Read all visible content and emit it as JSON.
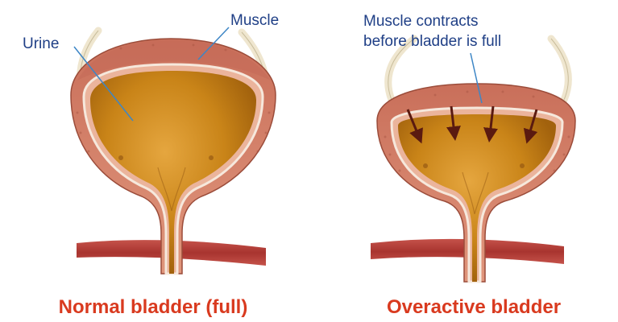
{
  "labels": {
    "urine": "Urine",
    "muscle": "Muscle",
    "contracts_line1": "Muscle contracts",
    "contracts_line2": "before bladder is full"
  },
  "captions": {
    "normal": "Normal bladder (full)",
    "overactive": "Overactive bladder"
  },
  "colors": {
    "label_text": "#1f3f86",
    "caption_text": "#d93a1f",
    "muscle_wall": "#d4846e",
    "muscle_inner": "#eab39c",
    "urine": "#c27d16",
    "urine_highlight": "#e0a23a",
    "leader_line": "#3d86c6",
    "arrow": "#5a1a10",
    "ureter": "#efe6cf",
    "pelvic_muscle": "#b4403a"
  }
}
